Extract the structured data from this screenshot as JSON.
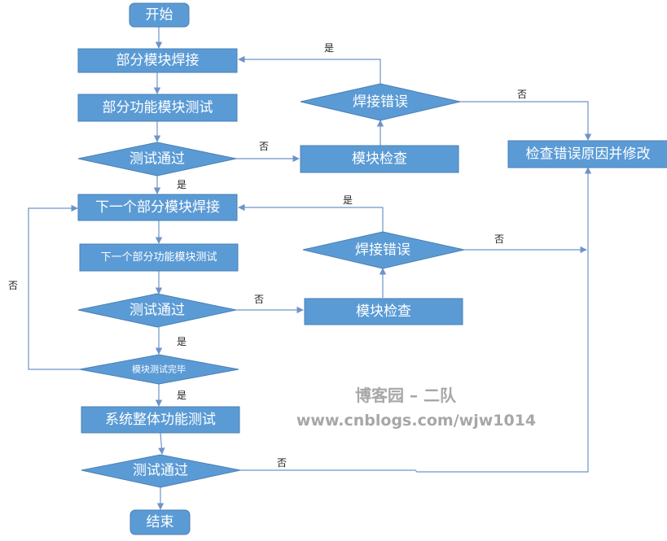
{
  "colors": {
    "node_fill": "#5b9bd5",
    "edge": "#6f93c9",
    "watermark": "#a7a7a7"
  },
  "nodes": {
    "start": "开始",
    "weld_part": "部分模块焊接",
    "test_part": "部分功能模块测试",
    "pass1": "测试通过",
    "inspect1": "模块检查",
    "weld_err1": "焊接错误",
    "fix": "检查错误原因并修改",
    "weld_next": "下一个部分模块焊接",
    "test_next": "下一个部分功能模块测试",
    "pass2": "测试通过",
    "inspect2": "模块检查",
    "weld_err2": "焊接错误",
    "modules_done": "模块测试完毕",
    "system_test": "系统整体功能测试",
    "pass3": "测试通过",
    "end": "结束"
  },
  "labels": {
    "yes": "是",
    "no": "否"
  },
  "watermark": {
    "line1": "博客园 – 二队",
    "line2": "www.cnblogs.com/wjw1014"
  }
}
